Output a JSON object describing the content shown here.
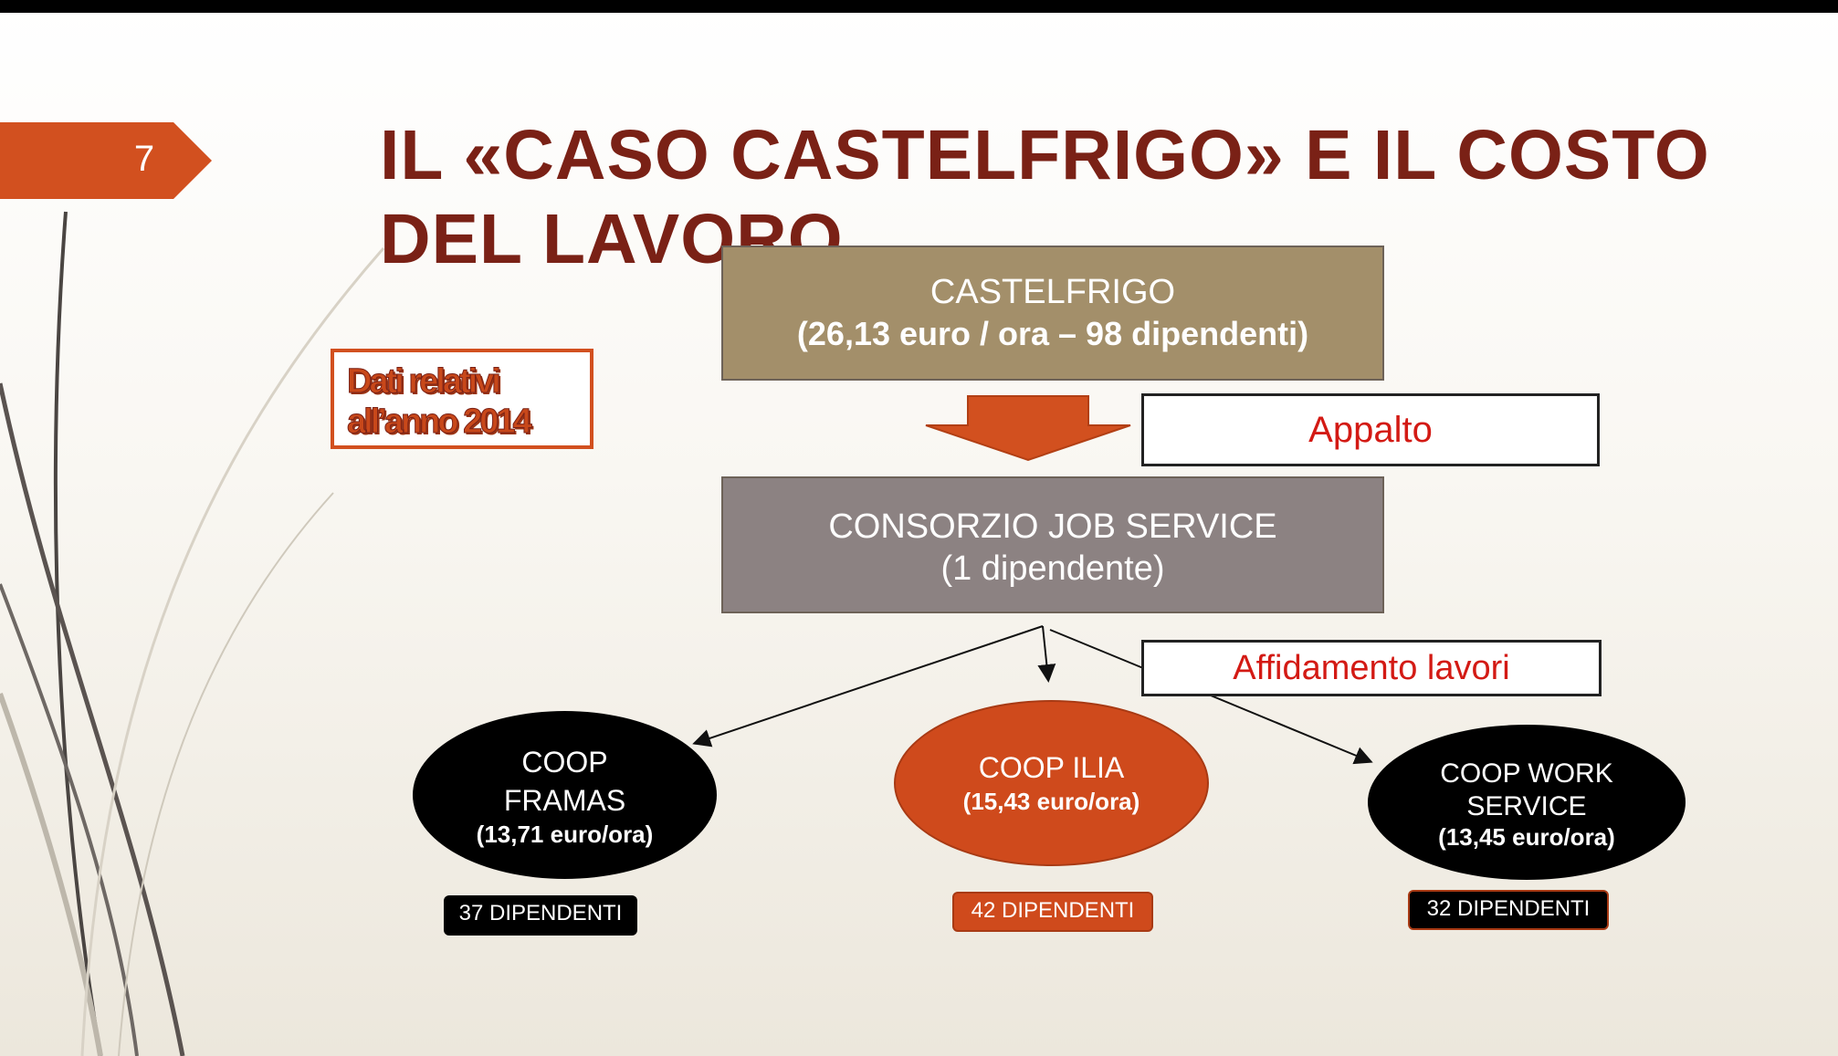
{
  "slide": {
    "number": "7",
    "title": "IL «CASO CASTELFRIGO» E IL COSTO DEL LAVORO",
    "note": "Dati relativi all’anno 2014"
  },
  "diagram": {
    "top_node": {
      "name": "CASTELFRIGO",
      "detail": "(26,13 euro / ora – 98 dipendenti)"
    },
    "relation_1": "Appalto",
    "middle_node": {
      "name": "CONSORZIO JOB SERVICE",
      "detail": "(1 dipendente)"
    },
    "relation_2": "Affidamento lavori",
    "coops": [
      {
        "name_line1": "COOP",
        "name_line2": "FRAMAS",
        "cost": "(13,71 euro/ora)",
        "employees": "37 DIPENDENTI"
      },
      {
        "name_line1": "COOP ILIA",
        "cost": "(15,43 euro/ora)",
        "employees": "42 DIPENDENTI"
      },
      {
        "name_line1": "COOP WORK",
        "name_line2": "SERVICE",
        "cost": "(13,45 euro/ora)",
        "employees": "32 DIPENDENTI"
      }
    ]
  },
  "colors": {
    "title": "#7a2116",
    "accent": "#d2501f",
    "castelfrigo_box": "#a38f6a",
    "consorzio_box": "#8c8282",
    "label_text": "#d31a14"
  }
}
